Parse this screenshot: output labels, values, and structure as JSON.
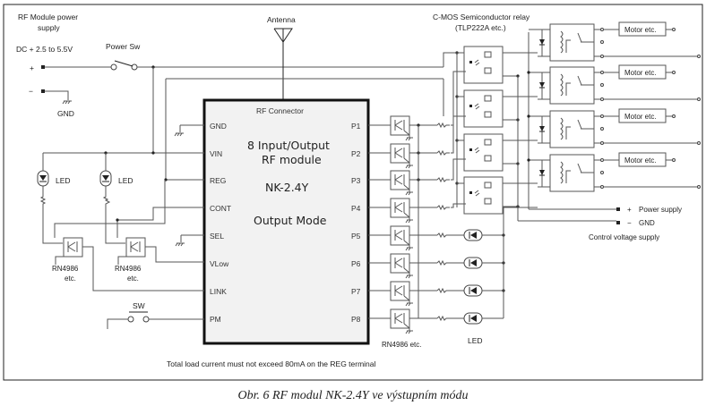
{
  "figure": {
    "caption": "Obr. 6  RF modul NK-2.4Y ve výstupním módu",
    "footnote": "Total load current must not exceed 80mA on the REG terminal"
  },
  "power_supply": {
    "title_line1": "RF Module power",
    "title_line2": "supply",
    "voltage": "DC + 2.5 to 5.5V",
    "plus": "+",
    "minus": "−",
    "gnd": "GND",
    "switch_label": "Power Sw"
  },
  "antenna": {
    "label": "Antenna"
  },
  "module": {
    "header": "RF Connector",
    "title_line1": "8 Input/Output",
    "title_line2": "RF module",
    "model": "NK-2.4Y",
    "mode": "Output Mode",
    "left_pins": [
      "GND",
      "VIN",
      "REG",
      "CONT",
      "SEL",
      "VLow",
      "LINK",
      "PM"
    ],
    "right_pins": [
      "P1",
      "P2",
      "P3",
      "P4",
      "P5",
      "P6",
      "P7",
      "P8"
    ]
  },
  "left_section": {
    "led_label": "LED",
    "transistor_label_line1": "RN4986",
    "transistor_label_line2": "etc.",
    "switch_label": "SW"
  },
  "output_section": {
    "transistor_array_label": "RN4986 etc.",
    "led_label": "LED",
    "relay_title_line1": "C-MOS Semiconductor relay",
    "relay_title_line2": "(TLP222A etc.)",
    "load_label": "Motor etc.",
    "power_supply_label": "Power supply",
    "gnd_label": "GND",
    "control_voltage_label": "Control voltage supply",
    "plus": "+",
    "minus": "−"
  }
}
